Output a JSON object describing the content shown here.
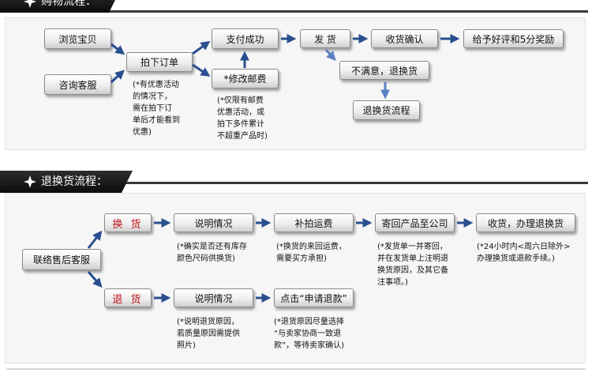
{
  "purchase": {
    "header": "购物流程：",
    "browse": "浏览宝贝",
    "consult": "咨询客服",
    "order": "拍下订单",
    "pay": "支付成功",
    "modify": "*修改邮费",
    "ship": "发 货",
    "receive": "收货确认",
    "review": "给予好评和5分奖励",
    "unhappy": "不满意，退换货",
    "return_flow": "退换货流程",
    "order_note": [
      "(*有优惠活动",
      "的情况下，",
      "需在拍下订",
      "单后才能看到",
      "优惠)"
    ],
    "modify_note": [
      "(*仅限有邮费",
      "优惠活动，或",
      "拍下多件累计",
      "不超重产品时)"
    ]
  },
  "returns": {
    "header": "退换货流程：",
    "contact": "联络售后客服",
    "exchange": "换 货",
    "refund": "退 货",
    "explain1": "说明情况",
    "reorder_shipping": "补拍运费",
    "send_back": "寄回产品至公司",
    "receive_process": "收货，办理退换货",
    "explain2": "说明情况",
    "click_refund": "点击“申请退款”",
    "explain1_note": [
      "(*确实是否还有库存",
      "颜色尺码供换货)"
    ],
    "reorder_note": [
      "(*换货的来回运费，",
      "需要买方承担)"
    ],
    "send_back_note": [
      "(*发货单一并寄回，",
      "并在发货单上注明退",
      "换货原因，及其它备",
      "注事项。)"
    ],
    "receive_note": [
      "(*24小时内<周六日除外>",
      "办理换货或退款手续。)"
    ],
    "explain2_note": [
      "(*说明退货原因，",
      "若质量原因需提供",
      "照片)"
    ],
    "click_refund_note": [
      "(*退货原因尽量选择",
      "“与卖家协商一致退",
      "款”，等待卖家确认)"
    ]
  },
  "colors": {
    "header_bg": "#1a1a1a",
    "arrow": "#2a4f8f",
    "red_text": "#c0101a"
  }
}
